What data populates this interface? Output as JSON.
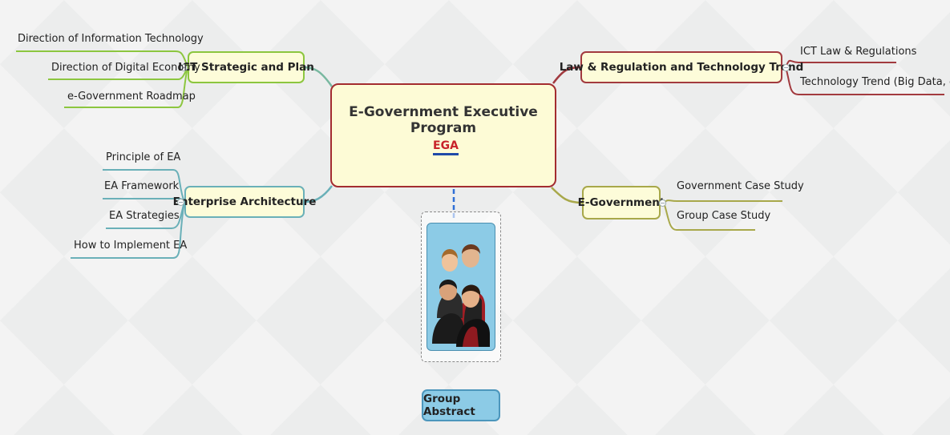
{
  "central": {
    "title": "E-Government Executive Program",
    "logo_text": "EGA"
  },
  "topics": {
    "ict": {
      "label": "ICT Strategic and Plan",
      "children": [
        "Direction of Information Technology",
        "Direction of Digital Economy",
        "e-Government Roadmap"
      ]
    },
    "ea": {
      "label": "Enterprise Architecture",
      "children": [
        "Principle of EA",
        "EA Framework",
        "EA Strategies",
        "How to Implement EA"
      ]
    },
    "law": {
      "label": "Law & Regulation and Technology Trend",
      "children": [
        "ICT Law & Regulations",
        "Technology Trend (Big Data, etc)"
      ]
    },
    "egov": {
      "label": "E-Government",
      "children": [
        "Government Case Study",
        "Group Case Study"
      ]
    }
  },
  "image_topic": {
    "icon": "people-group-icon",
    "label": "Group Abstract"
  },
  "colors": {
    "ict": "#8cc63f",
    "ea": "#6ab0b8",
    "law": "#a23a3f",
    "egov": "#a8a84a",
    "central_border": "#a32c30",
    "topic_fill": "#fdfcd9",
    "image_fill": "#8ccbe6",
    "dashed_link": "#2f6fd6"
  }
}
